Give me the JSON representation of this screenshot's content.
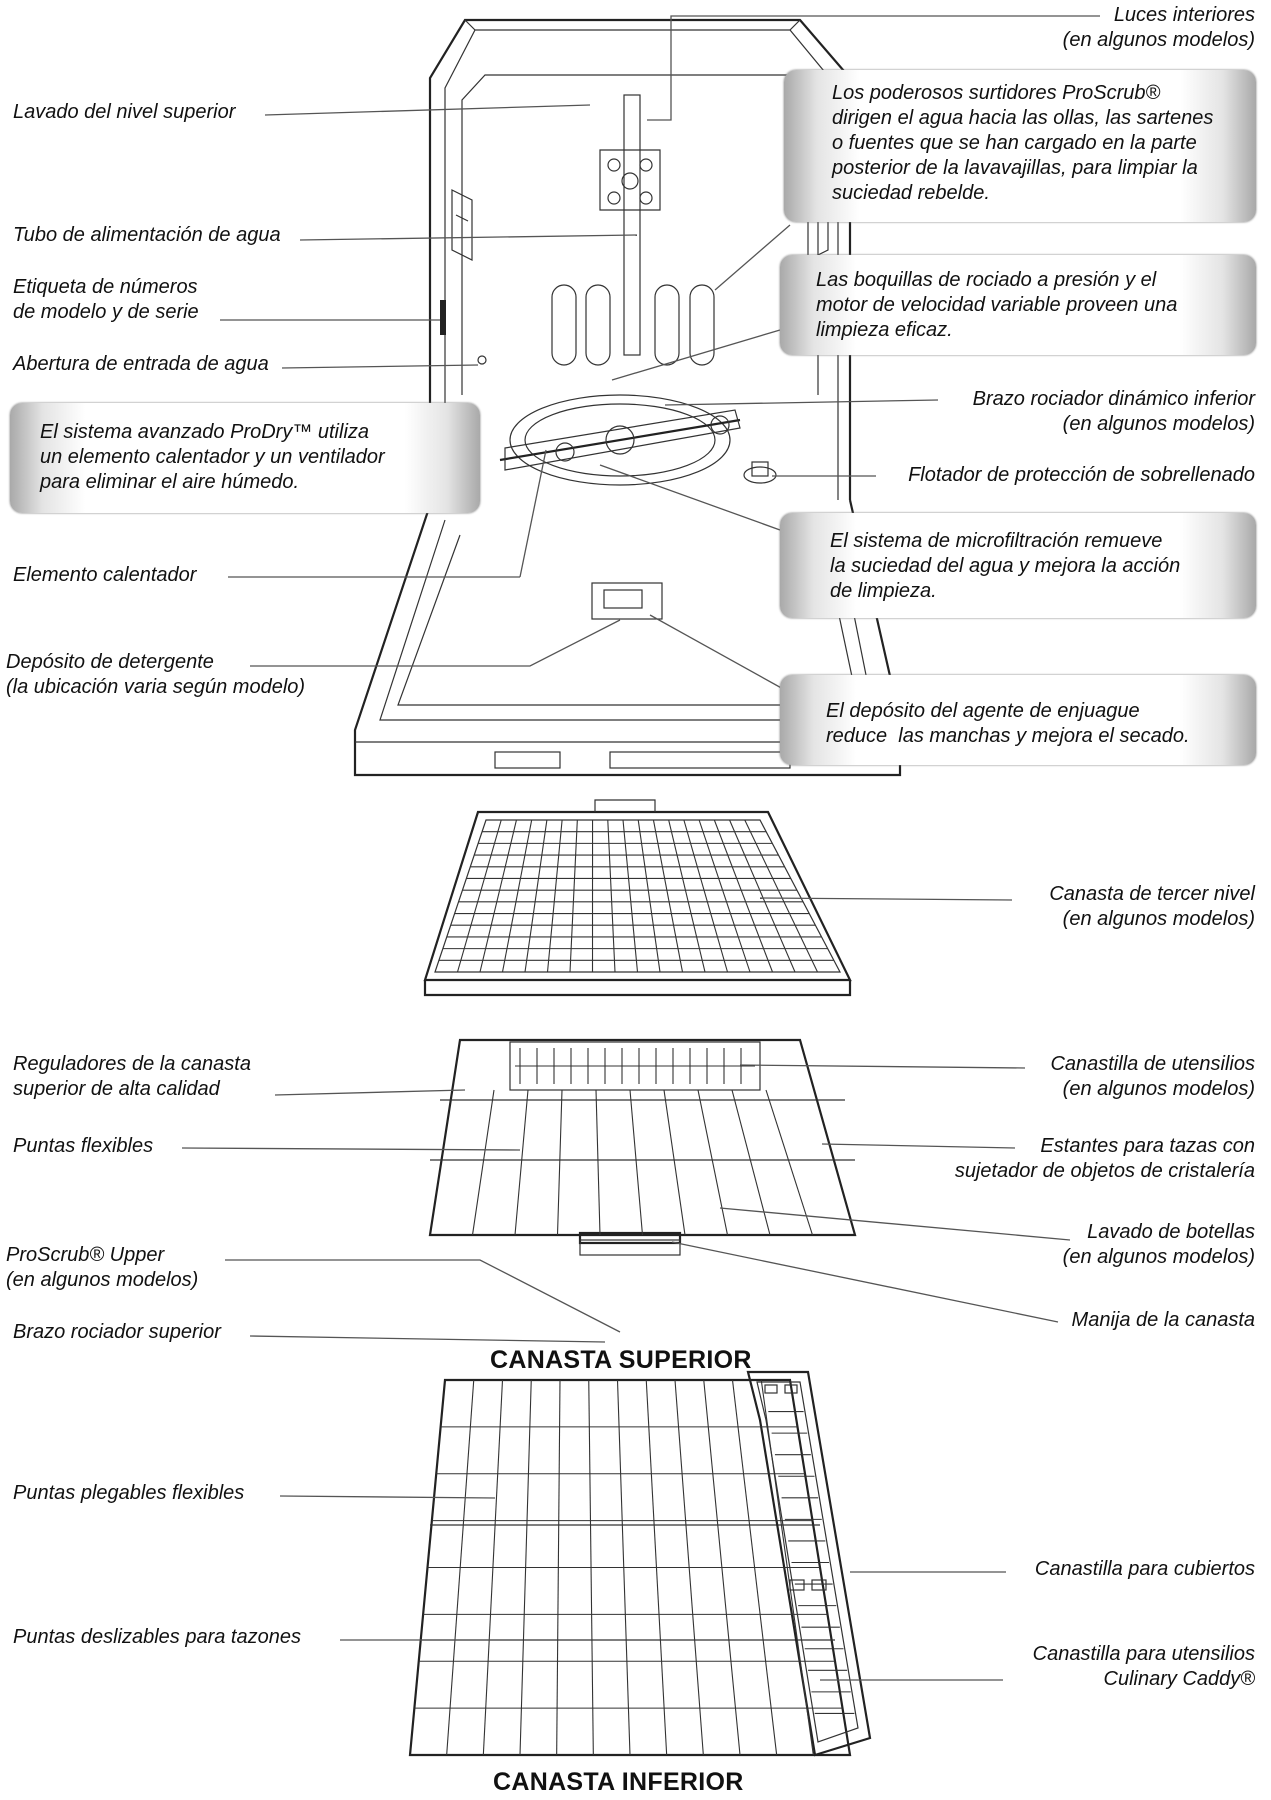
{
  "labels": {
    "luces_interiores": "Luces interiores\n(en algunos modelos)",
    "lavado_nivel_superior": "Lavado del nivel superior",
    "tubo_alimentacion": "Tubo de alimentación de agua",
    "etiqueta_numeros": "Etiqueta de números\nde modelo y de serie",
    "abertura_entrada": "Abertura de entrada de agua",
    "elemento_calentador": "Elemento calentador",
    "deposito_detergente": "Depósito de detergente\n(la ubicación varia según modelo)",
    "brazo_rociador_inferior": "Brazo rociador dinámico inferior\n(en algunos modelos)",
    "flotador": "Flotador de protección de sobrellenado",
    "canasta_tercer_nivel": "Canasta de tercer nivel\n(en algunos modelos)",
    "reguladores": "Reguladores de la canasta\nsuperior de alta calidad",
    "puntas_flexibles": "Puntas flexibles",
    "proscrub_upper": "ProScrub® Upper\n(en algunos modelos)",
    "brazo_rociador_superior": "Brazo rociador superior",
    "canastilla_utensilios": "Canastilla de utensilios\n(en algunos modelos)",
    "estantes_tazas": "Estantes para tazas con\nsujetador de objetos de cristalería",
    "lavado_botellas": "Lavado de botellas\n(en algunos modelos)",
    "manija_canasta": "Manija de la canasta",
    "puntas_plegables": "Puntas plegables flexibles",
    "puntas_deslizables": "Puntas deslizables para tazones",
    "canastilla_cubiertos": "Canastilla para cubiertos",
    "canastilla_culinary": "Canastilla para utensilios\nCulinary Caddy®"
  },
  "callouts": {
    "proscrub": "Los poderosos surtidores ProScrub®\ndirigen el agua hacia las ollas, las sartenes\no fuentes que se han cargado en la parte\nposterior de la lavavajillas, para limpiar la\nsuciedad rebelde.",
    "boquillas": "Las boquillas de rociado a presión y el\nmotor de velocidad variable proveen una\nlimpieza eficaz.",
    "prodry": "El sistema avanzado ProDry™ utiliza\nun elemento calentador y un ventilador\npara eliminar el aire húmedo.",
    "microfiltracion": "El sistema de microfiltración remueve\nla suciedad del agua y mejora la acción\nde limpieza.",
    "enjuague": "El depósito del agente de enjuague\nreduce  las manchas y mejora el secado."
  },
  "sections": {
    "upper": "CANASTA SUPERIOR",
    "lower": "CANASTA INFERIOR"
  }
}
